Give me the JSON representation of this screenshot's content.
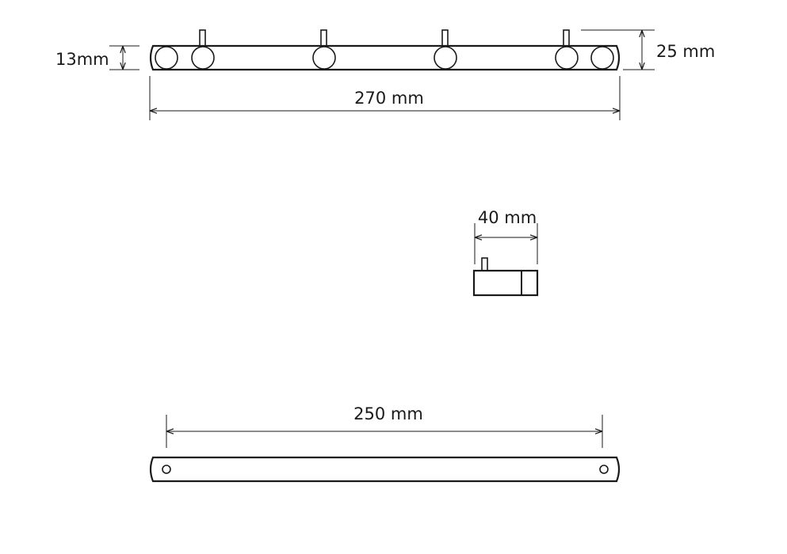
{
  "dimensions": {
    "height_rail": "13mm",
    "height_total": "25 mm",
    "length_top": "270 mm",
    "depth": "40 mm",
    "length_bottom": "250 mm"
  },
  "colors": {
    "line": "#1a1a1a",
    "background": "#ffffff"
  }
}
